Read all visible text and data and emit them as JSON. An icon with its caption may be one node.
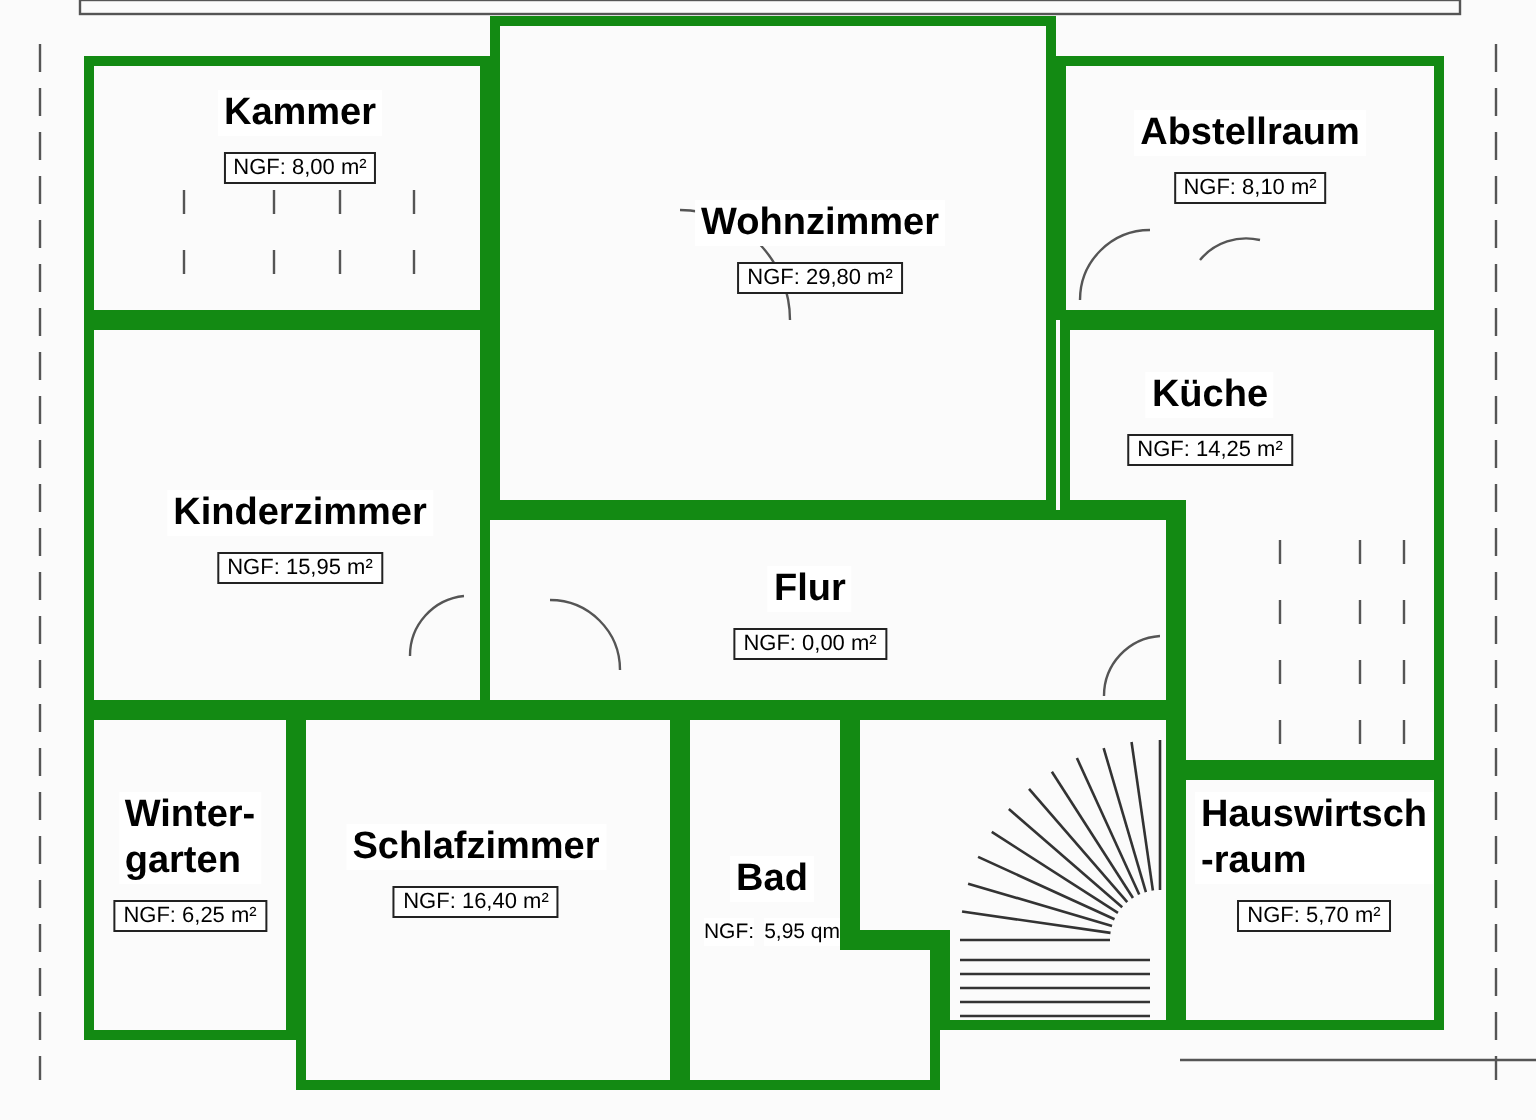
{
  "diagram": {
    "nodes": [
      {
        "text": [
          "Kammer",
          "NGF: 8,00 m²"
        ]
      },
      {
        "text": [
          "Wohnzimmer",
          "NGF: 29,80 m²"
        ]
      },
      {
        "text": [
          "Abstellraum",
          "NGF: 8,10 m²"
        ]
      },
      {
        "text": [
          "Kinderzimmer",
          "NGF: 15,95 m²"
        ]
      },
      {
        "text": [
          "Küche",
          "NGF: 14,25 m²"
        ]
      },
      {
        "text": [
          "Flur",
          "NGF: 0,00 m²"
        ]
      },
      {
        "text": [
          "Winter- garten",
          "NGF: 6,25 m²"
        ]
      },
      {
        "text": [
          "Schlafzimmer",
          "NGF: 16,40 m²"
        ]
      },
      {
        "text": [
          "Bad",
          "NGF:",
          "5,95 qm"
        ]
      },
      {
        "text": [],
        "shape": "box"
      },
      {
        "text": [
          "Hauswirtsch -raum",
          "NGF: 5,70 m²"
        ]
      }
    ]
  }
}
